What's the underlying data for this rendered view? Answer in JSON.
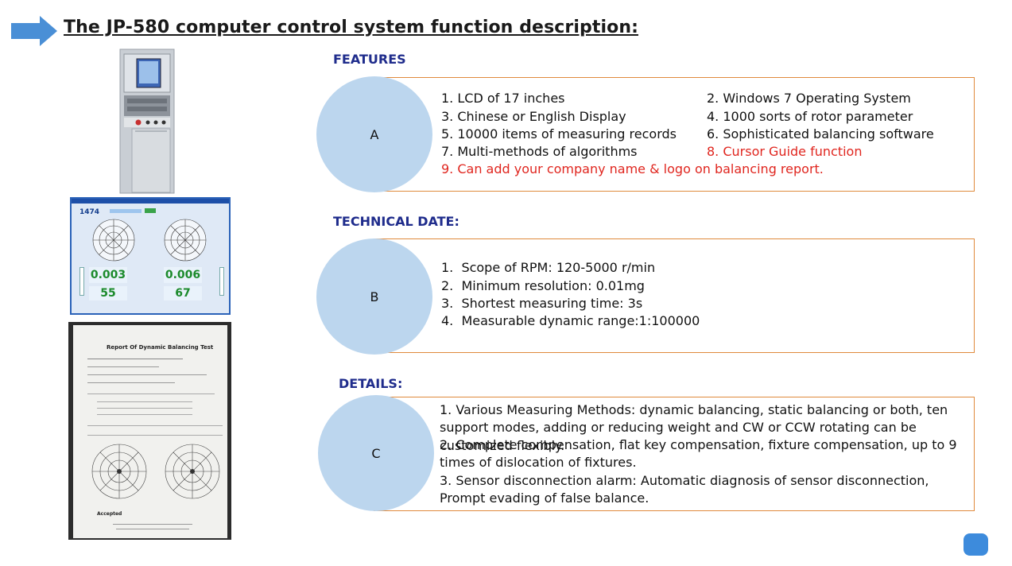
{
  "title": "The JP-580 computer control system function description:",
  "colors": {
    "heading": "#1f2c8c",
    "box_border": "#e08a3c",
    "circle": "#bcd6ee",
    "highlight": "#e0261f",
    "arrow": "#4a8fd6"
  },
  "sections": [
    {
      "heading": "FEATURES",
      "marker": "A",
      "items": [
        "1. LCD of 17 inches",
        "2. Windows 7 Operating System",
        "3. Chinese or English Display",
        "4. 1000 sorts of rotor parameter",
        "5. 10000 items of measuring records",
        "6. Sophisticated balancing software",
        "7. Multi-methods of algorithms",
        "8. Cursor Guide function",
        "9. Can add your company name & logo on balancing report."
      ]
    },
    {
      "heading": "TECHNICAL DATE:",
      "marker": "B",
      "items": [
        "1.  Scope of RPM: 120-5000 r/min",
        "2.  Minimum resolution: 0.01mg",
        "3.  Shortest measuring time: 3s",
        "4.  Measurable dynamic range:1:100000"
      ]
    },
    {
      "heading": "DETAILS:",
      "marker": "C",
      "items": [
        "1. Various Measuring Methods: dynamic balancing, static balancing or both, ten support modes, adding or reducing weight and CW or CCW rotating can be customized flexibly.",
        "2. Complete compensation, flat key compensation, fixture compensation, up to 9 times of dislocation of fixtures.",
        "3. Sensor disconnection alarm: Automatic diagnosis of sensor disconnection, Prompt evading of false balance."
      ]
    }
  ],
  "screen": {
    "counter": "1474",
    "left_value": "0.003",
    "right_value": "0.006",
    "left_angle": "55",
    "right_angle": "67"
  },
  "report": {
    "title": "Report Of Dynamic Balancing Test",
    "result": "Accepted"
  }
}
